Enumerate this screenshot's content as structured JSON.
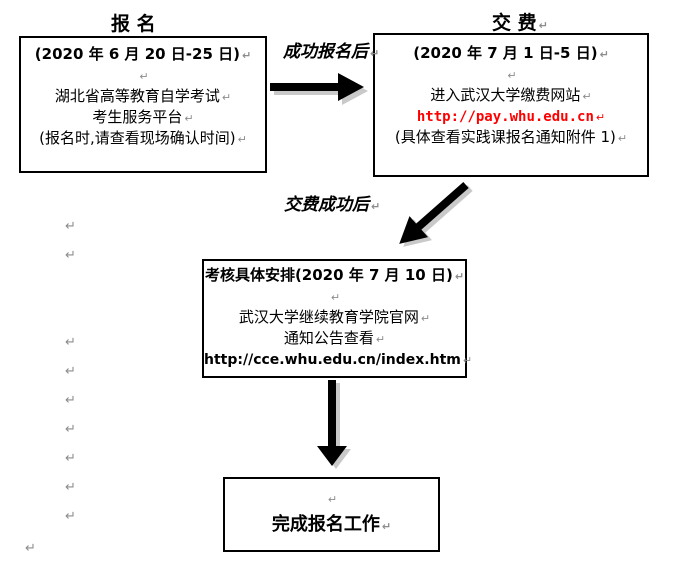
{
  "icons": {
    "return_mark": "↵"
  },
  "colors": {
    "url_red": "#ff0000",
    "mark_gray": "#8c8c8c",
    "arrow_black": "#000000",
    "arrow_shadow": "#c9c9c9",
    "border": "#000000"
  },
  "steps": {
    "register": {
      "title": "报 名",
      "date": "(2020 年 6 月 20 日-25 日)",
      "line1": "湖北省高等教育自学考试",
      "line2": "考生服务平台",
      "line3": "(报名时,请查看现场确认时间)"
    },
    "pay": {
      "title": "交 费",
      "date": "(2020 年 7 月 1 日-5 日)",
      "line1": "进入武汉大学缴费网站",
      "url": "http://pay.whu.edu.cn",
      "line2": "(具体查看实践课报名通知附件 1)"
    },
    "assessment": {
      "title_line": "考核具体安排(2020 年 7 月 10 日)",
      "line1": "武汉大学继续教育学院官网",
      "line2": "通知公告查看",
      "url": "http://cce.whu.edu.cn/index.htm"
    },
    "complete": {
      "line": "完成报名工作"
    }
  },
  "arrows": {
    "register_to_pay_label": "成功报名后",
    "pay_to_assessment_label": "交费成功后"
  }
}
